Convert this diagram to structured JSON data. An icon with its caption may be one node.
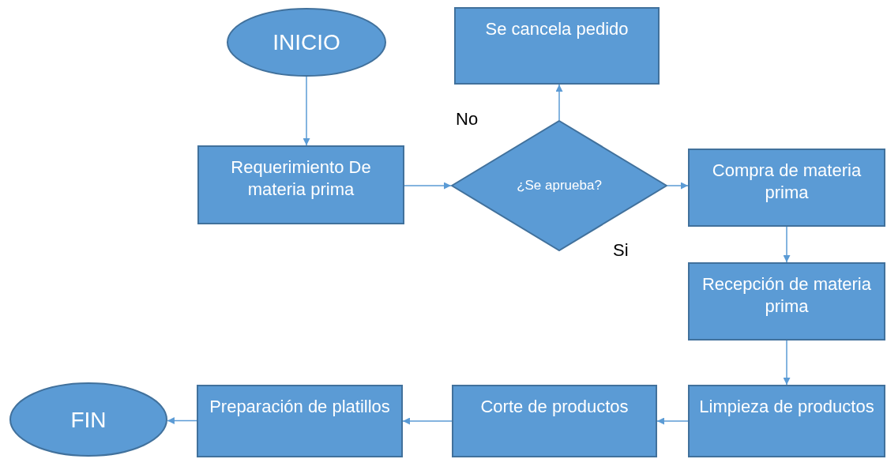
{
  "diagram": {
    "nodes": [
      {
        "text": [
          "INICIO"
        ]
      },
      {
        "text": [
          "Requerimiento De materia prima"
        ]
      },
      {
        "text": [
          "¿Se aprueba?"
        ]
      },
      {
        "text": [
          "Se cancela pedido"
        ]
      },
      {
        "text": [
          "Compra de materia prima"
        ]
      },
      {
        "text": [
          "Recepción de materia prima"
        ]
      },
      {
        "text": [
          "Limpieza de productos"
        ]
      },
      {
        "text": [
          "Corte de productos"
        ]
      },
      {
        "text": [
          "Preparación de platillos"
        ]
      },
      {
        "text": [
          "FIN"
        ]
      }
    ],
    "edges": [
      {
        "from": 0,
        "to": 1,
        "arrow": "to"
      },
      {
        "from": 1,
        "to": 2,
        "arrow": "to"
      },
      {
        "from": 2,
        "to": 3,
        "arrow": "to",
        "label": "No"
      },
      {
        "from": 2,
        "to": 4,
        "arrow": "to",
        "label": "Si"
      },
      {
        "from": 4,
        "to": 5,
        "arrow": "to"
      },
      {
        "from": 5,
        "to": 6,
        "arrow": "to"
      },
      {
        "from": 6,
        "to": 7,
        "arrow": "to"
      },
      {
        "from": 7,
        "to": 8,
        "arrow": "to"
      },
      {
        "from": 8,
        "to": 9,
        "arrow": "to"
      }
    ]
  }
}
